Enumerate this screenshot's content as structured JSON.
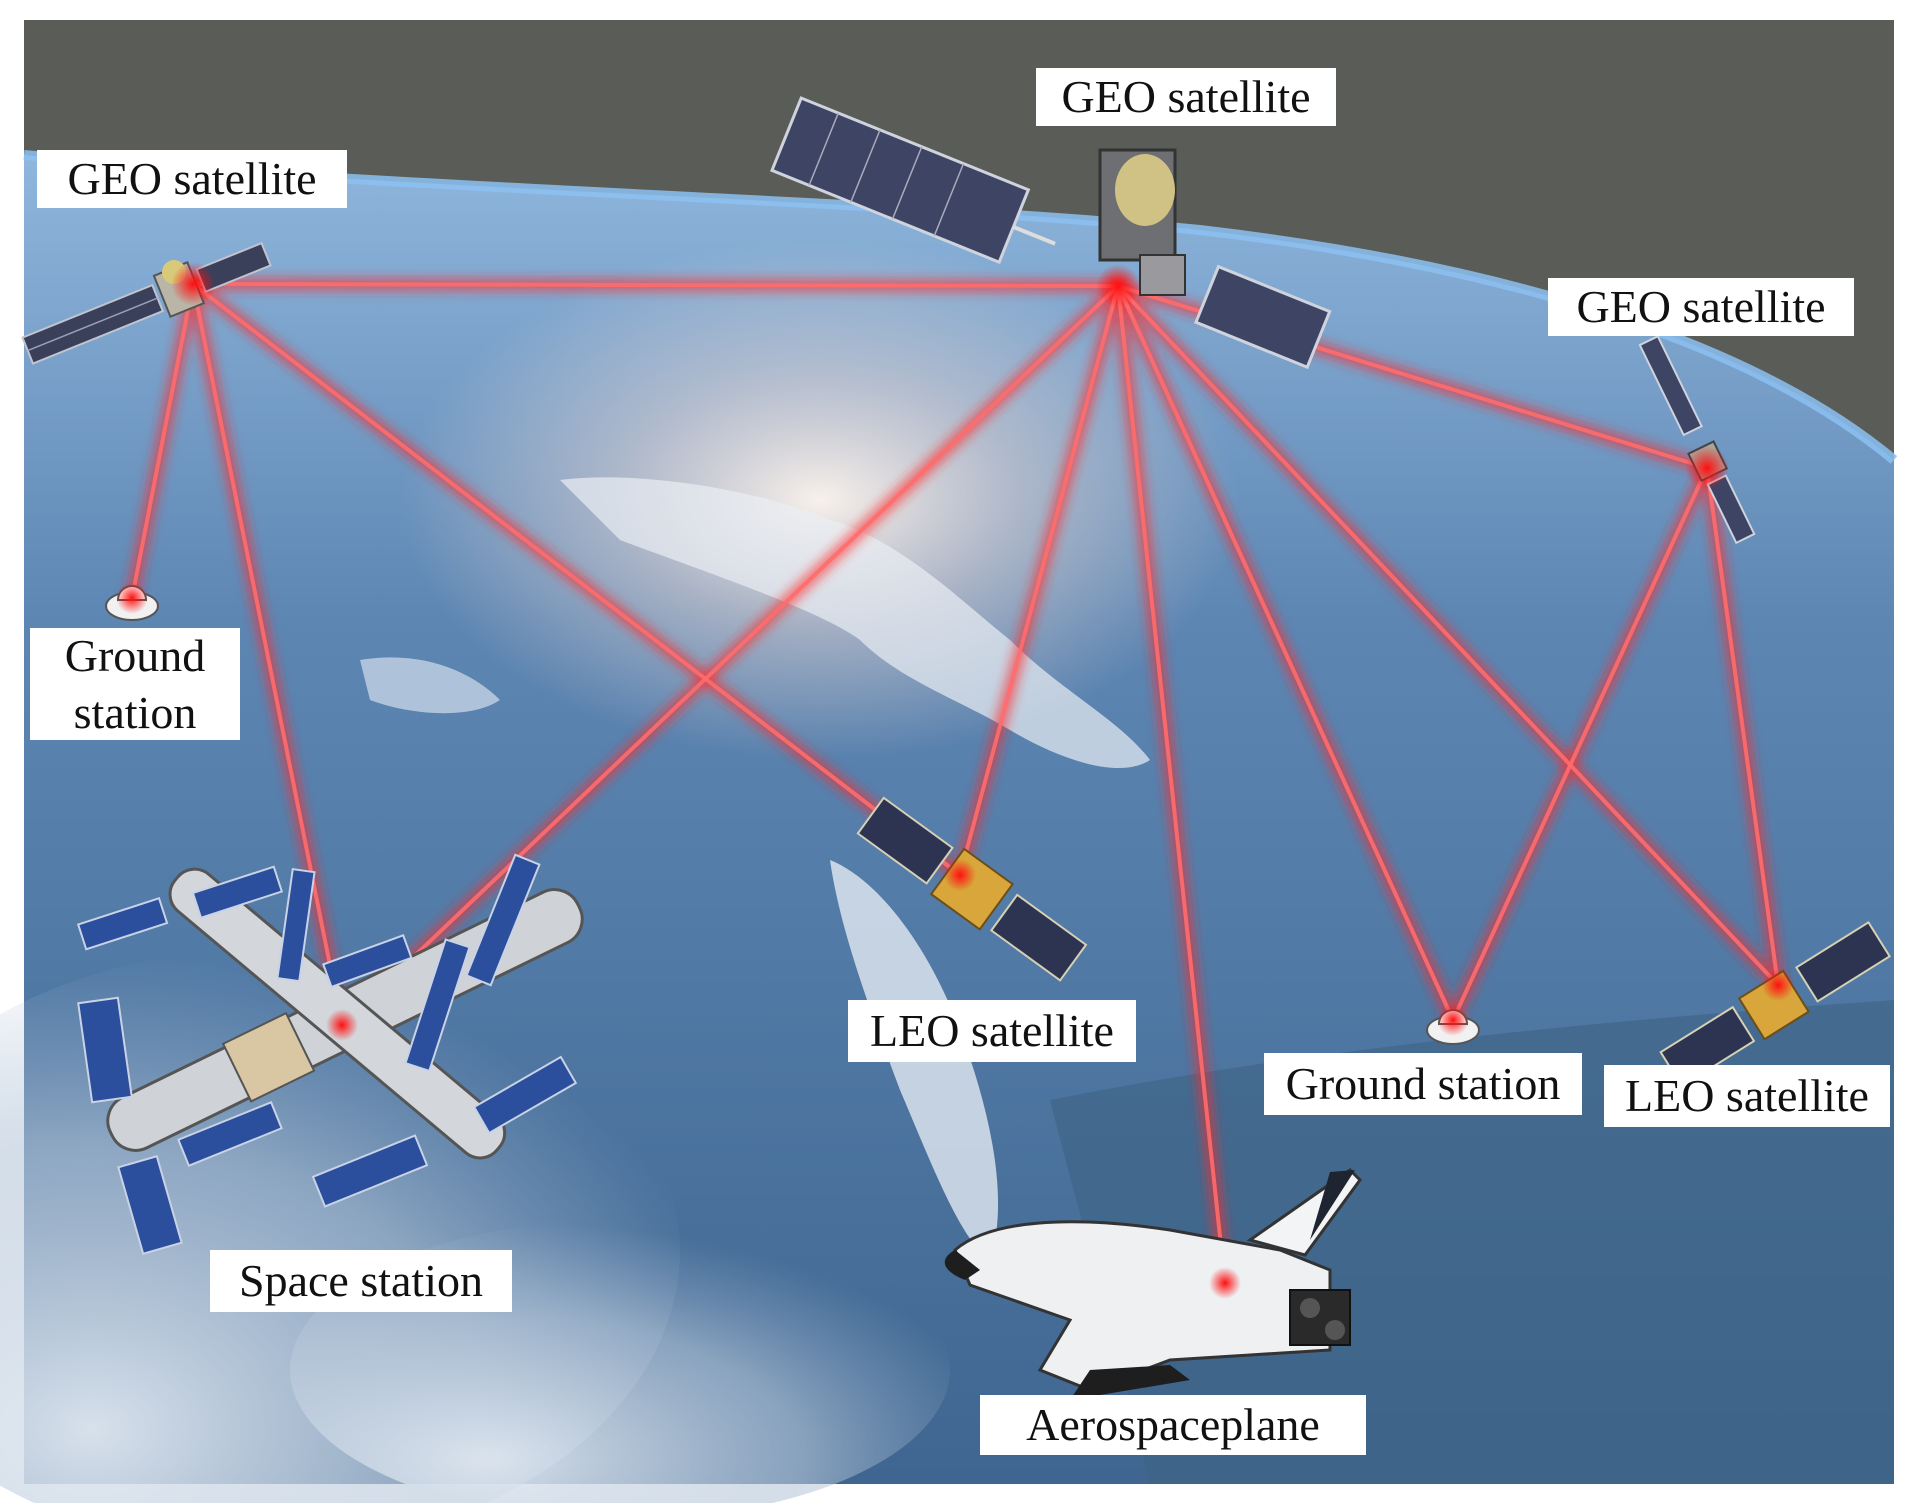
{
  "nodes": {
    "geo_left": {
      "label": "GEO satellite",
      "icon": "geo-satellite-icon"
    },
    "geo_top": {
      "label": "GEO satellite",
      "icon": "geo-satellite-icon"
    },
    "geo_right": {
      "label": "GEO satellite",
      "icon": "geo-satellite-icon"
    },
    "ground_left": {
      "label_line1": "Ground",
      "label_line2": "station",
      "icon": "ground-station-dome-icon"
    },
    "ground_right": {
      "label": "Ground station",
      "icon": "ground-station-dome-icon"
    },
    "leo_center": {
      "label": "LEO satellite",
      "icon": "leo-satellite-icon"
    },
    "leo_right": {
      "label": "LEO satellite",
      "icon": "leo-satellite-icon"
    },
    "space_station": {
      "label": "Space station",
      "icon": "space-station-icon"
    },
    "aerospaceplane": {
      "label": "Aerospaceplane",
      "icon": "space-shuttle-icon"
    }
  },
  "links": [
    [
      "geo_left",
      "geo_top"
    ],
    [
      "geo_left",
      "ground_left"
    ],
    [
      "geo_left",
      "space_station"
    ],
    [
      "geo_left",
      "leo_center"
    ],
    [
      "geo_top",
      "geo_right"
    ],
    [
      "geo_top",
      "space_station"
    ],
    [
      "geo_top",
      "leo_center"
    ],
    [
      "geo_top",
      "aerospaceplane"
    ],
    [
      "geo_top",
      "ground_right"
    ],
    [
      "geo_top",
      "leo_right"
    ],
    [
      "geo_right",
      "ground_right"
    ],
    [
      "geo_right",
      "leo_right"
    ]
  ],
  "colors": {
    "space": "#5a5c58",
    "atmosphere": "#6fa8e6",
    "ocean": "#4a6f96",
    "cloud": "#c9d5e3",
    "land": "#e8eef5",
    "laser": "#ff2a2a",
    "label_bg": "#ffffff"
  }
}
